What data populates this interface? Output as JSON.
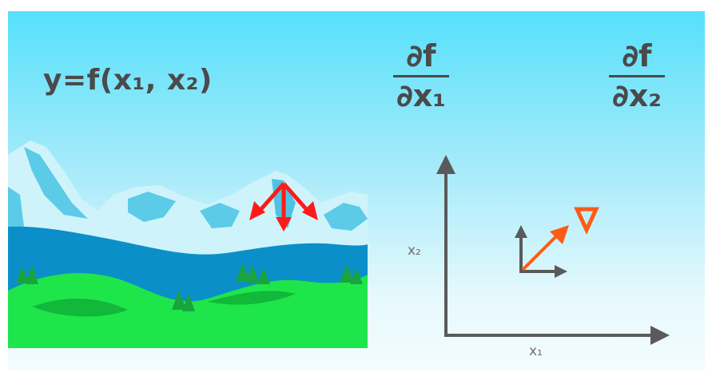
{
  "formula": {
    "main": "y=f(x₁, x₂)"
  },
  "partials": [
    {
      "numerator": "∂f",
      "denominator": "∂x₁"
    },
    {
      "numerator": "∂f",
      "denominator": "∂x₂"
    }
  ],
  "axes": {
    "x_label": "x₁",
    "y_label": "x₂"
  },
  "gradient_symbol": "∇",
  "colors": {
    "sky_top": "#56e0fb",
    "text": "#4a4a4a",
    "axis": "#5a5a5a",
    "red_arrow": "#ff1a1a",
    "orange_arrow": "#ff5a14",
    "grass": "#1ee64a",
    "lake": "#0b8fc9"
  }
}
